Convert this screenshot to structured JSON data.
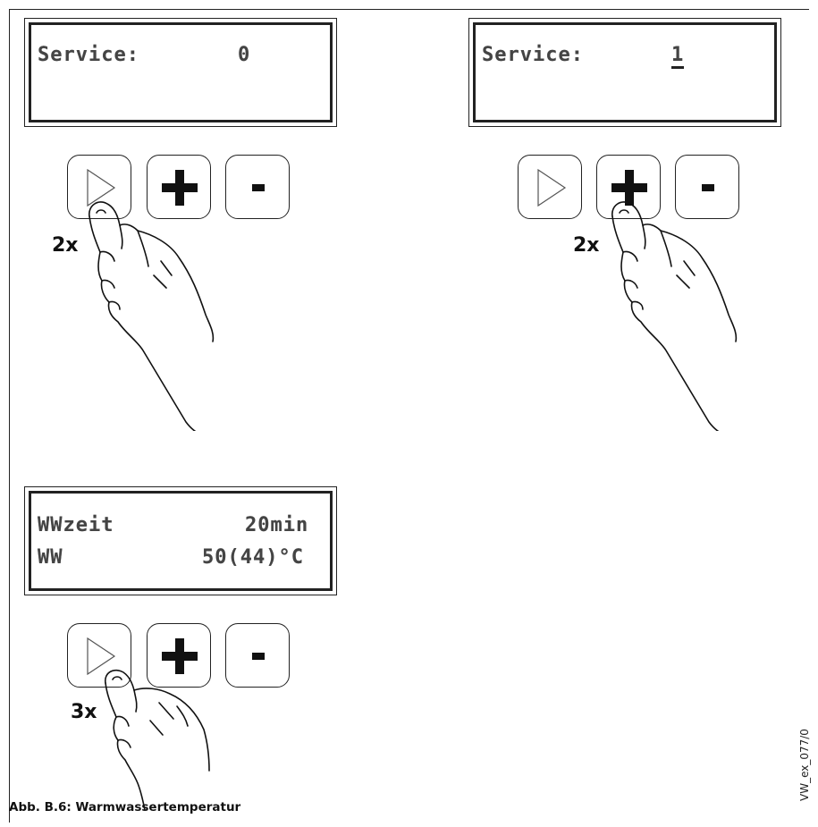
{
  "panels": [
    {
      "display_line1_label": "Service:",
      "display_line1_value": "0",
      "display_line2_label": "",
      "display_line2_value": "",
      "press_count": "2x",
      "pressed_button": "next"
    },
    {
      "display_line1_label": "Service:",
      "display_line1_value": "1",
      "display_line2_label": "",
      "display_line2_value": "",
      "press_count": "2x",
      "pressed_button": "plus"
    },
    {
      "display_line1_label": "WWzeit",
      "display_line1_value": "20min",
      "display_line2_label": "WW",
      "display_line2_value": "50(44)°C",
      "press_count": "3x",
      "pressed_button": "next"
    }
  ],
  "buttons": {
    "next_icon": "play-triangle-icon",
    "plus_icon": "plus-icon",
    "minus_icon": "minus-icon"
  },
  "caption": "Abb. B.6: Warmwassertemperatur",
  "figure_code": "VW_ex_077/0"
}
